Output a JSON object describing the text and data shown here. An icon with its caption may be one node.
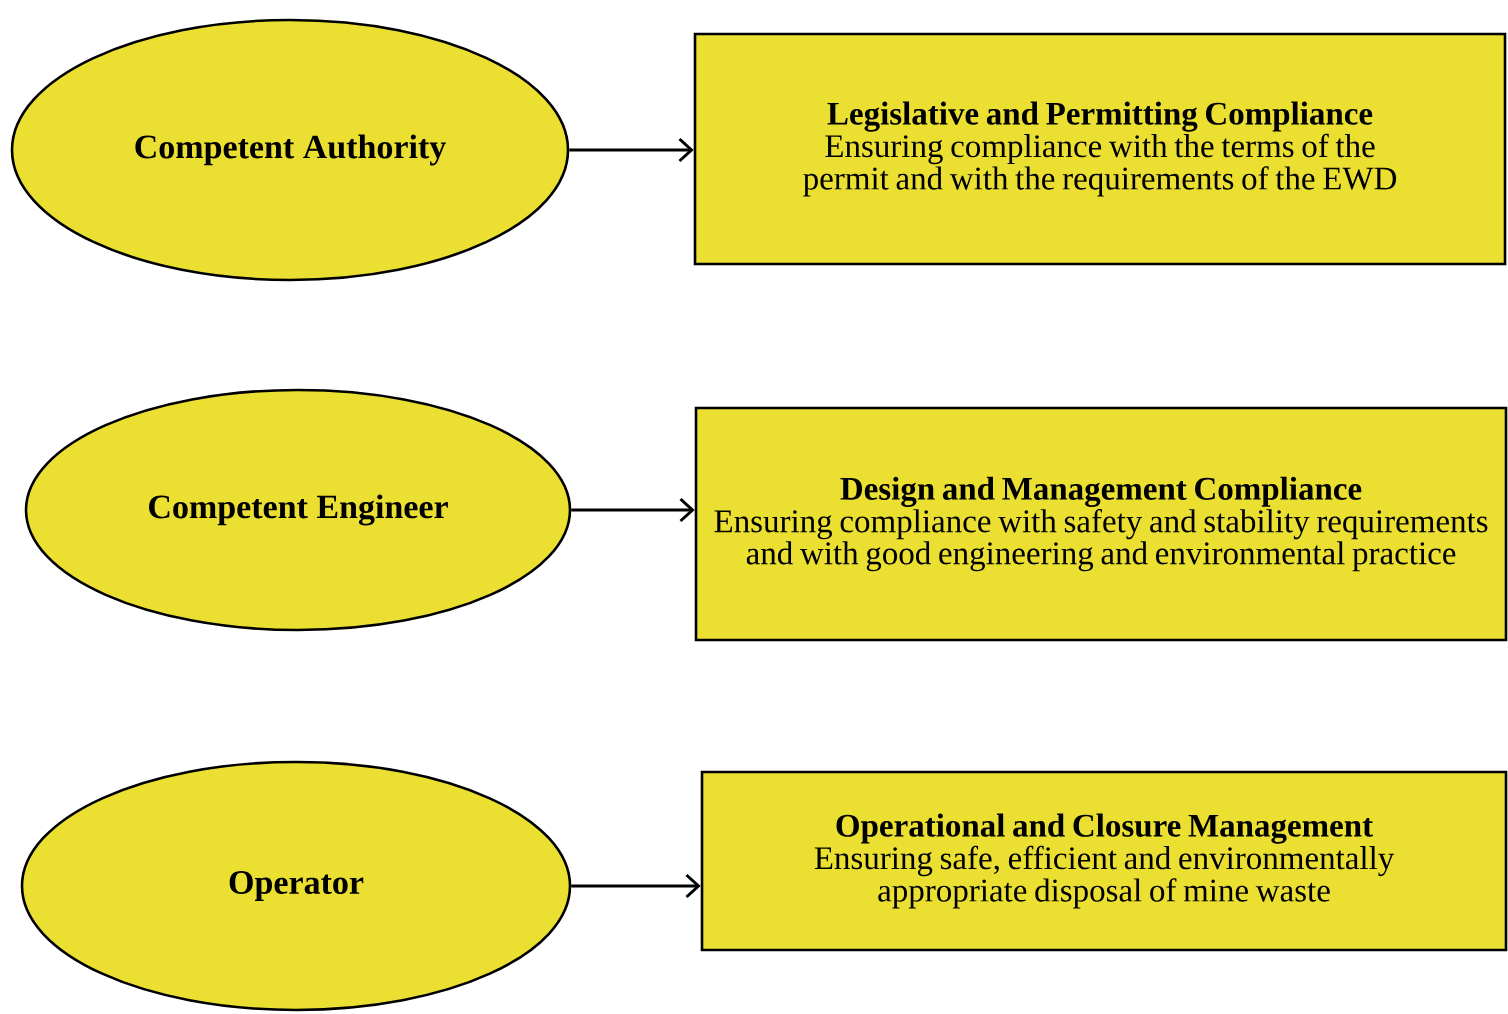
{
  "diagram": {
    "nodes": [
      {
        "text": [
          "Competent Authority"
        ]
      },
      {
        "text": [
          "Legislative and Permitting Compliance",
          "Ensuring compliance with the terms of the permit and with the requirements of the EWD"
        ]
      },
      {
        "text": [
          "Competent Engineer"
        ]
      },
      {
        "text": [
          "Design and Management Compliance",
          "Ensuring compliance with safety and stability requirements and with good engineering and environmental practice"
        ]
      },
      {
        "text": [
          "Operator"
        ]
      },
      {
        "text": [
          "Operational  and Closure Management",
          "Ensuring safe, efficient and environmentally appropriate disposal of mine waste"
        ]
      }
    ],
    "edges": [
      {
        "from": 0,
        "to": 1,
        "arrow": "to"
      },
      {
        "from": 2,
        "to": 3,
        "arrow": "to"
      },
      {
        "from": 4,
        "to": 5,
        "arrow": "to"
      }
    ]
  }
}
